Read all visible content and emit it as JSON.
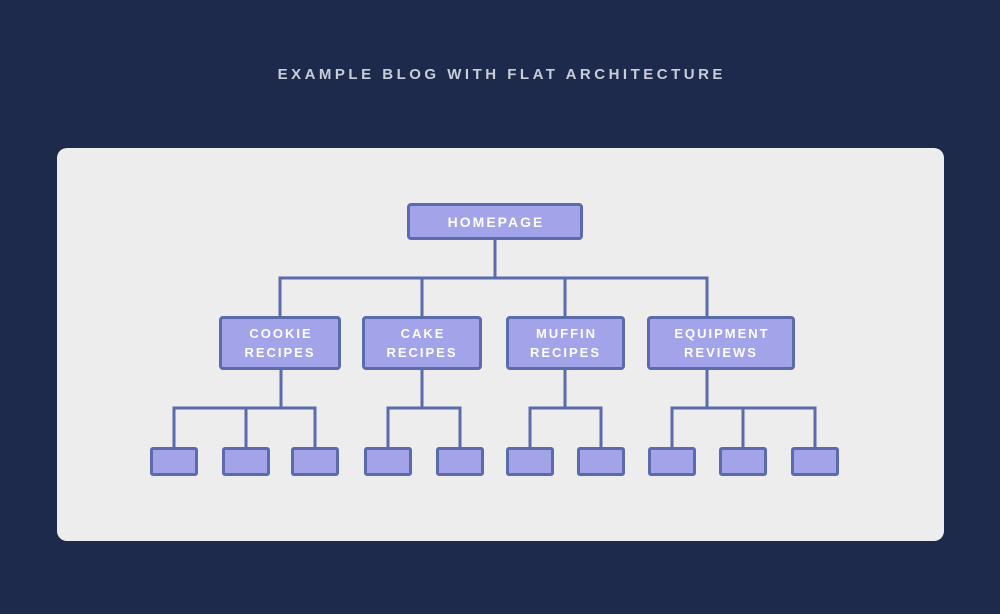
{
  "title": "EXAMPLE BLOG WITH FLAT ARCHITECTURE",
  "colors": {
    "background": "#1e2a4b",
    "panel": "#ededee",
    "node_fill": "#a2a3e8",
    "node_border": "#5b6bac",
    "connector": "#5b6bac",
    "node_text": "#fdfdfe",
    "title_text": "#c7ced9"
  },
  "diagram": {
    "root": {
      "label": "HOMEPAGE"
    },
    "categories": [
      {
        "label": "COOKIE RECIPES",
        "subpage_count": 3
      },
      {
        "label": "CAKE RECIPES",
        "subpage_count": 2
      },
      {
        "label": "MUFFIN RECIPES",
        "subpage_count": 2
      },
      {
        "label": "EQUIPMENT REVIEWS",
        "subpage_count": 3
      }
    ],
    "total_subpages": 10
  }
}
